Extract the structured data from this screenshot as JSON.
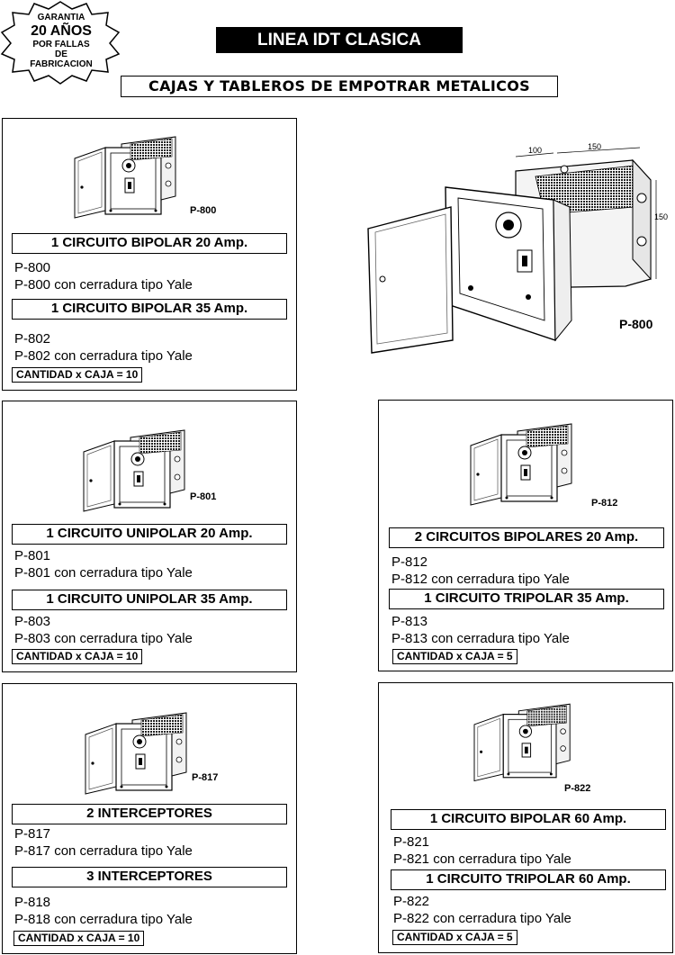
{
  "badge": {
    "line1": "GARANTIA",
    "line2": "20 AÑOS",
    "line3": "POR FALLAS",
    "line4": "DE",
    "line5": "FABRICACION"
  },
  "title": "LINEA IDT CLASICA",
  "subtitle": "CAJAS Y TABLEROS DE EMPOTRAR METALICOS",
  "hero": {
    "code": "P-800",
    "dim_top_left": "100",
    "dim_top_right": "150",
    "dim_side": "150"
  },
  "products": [
    {
      "image_code": "P-800",
      "h1": "1 CIRCUITO BIPOLAR 20 Amp.",
      "l1": "P-800",
      "l2": "P-800 con cerradura tipo Yale",
      "h2": "1 CIRCUITO BIPOLAR 35 Amp.",
      "l3": "P-802",
      "l4": "P-802 con cerradura tipo Yale",
      "qty": "CANTIDAD x CAJA = 10"
    },
    {
      "image_code": "P-801",
      "h1": "1 CIRCUITO UNIPOLAR 20 Amp.",
      "l1": "P-801",
      "l2": "P-801 con cerradura tipo Yale",
      "h2": "1 CIRCUITO UNIPOLAR 35 Amp.",
      "l3": "P-803",
      "l4": "P-803 con cerradura tipo Yale",
      "qty": "CANTIDAD x CAJA = 10"
    },
    {
      "image_code": "P-812",
      "h1": "2 CIRCUITOS BIPOLARES 20 Amp.",
      "l1": "P-812",
      "l2": "P-812 con cerradura tipo Yale",
      "h2": "1 CIRCUITO TRIPOLAR 35 Amp.",
      "l3": "P-813",
      "l4": "P-813 con cerradura tipo Yale",
      "qty": "CANTIDAD x CAJA = 5"
    },
    {
      "image_code": "P-817",
      "h1": "2 INTERCEPTORES",
      "l1": "P-817",
      "l2": "P-817 con cerradura tipo Yale",
      "h2": "3 INTERCEPTORES",
      "l3": "P-818",
      "l4": "P-818 con cerradura tipo Yale",
      "qty": "CANTIDAD x CAJA = 10"
    },
    {
      "image_code": "P-822",
      "h1": "1 CIRCUITO BIPOLAR 60 Amp.",
      "l1": "P-821",
      "l2": "P-821 con cerradura tipo Yale",
      "h2": "1 CIRCUITO TRIPOLAR 60 Amp.",
      "l3": "P-822",
      "l4": "P-822 con cerradura tipo Yale",
      "qty": "CANTIDAD x CAJA = 5"
    }
  ]
}
